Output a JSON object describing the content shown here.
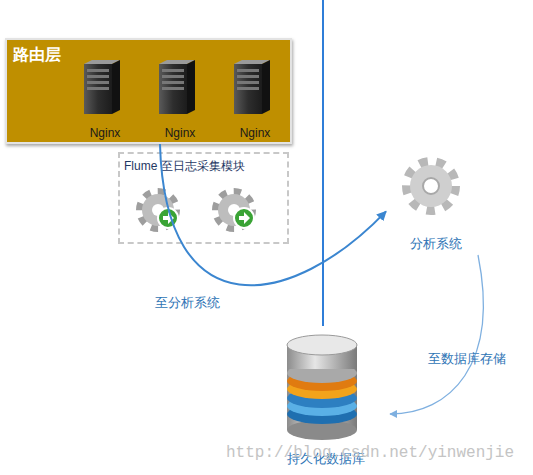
{
  "diagram": {
    "nodes": [
      {
        "text": [
          "路由层"
        ]
      },
      {
        "text": [
          "Nginx"
        ],
        "in": 0
      },
      {
        "text": [
          "Nginx"
        ],
        "in": 0
      },
      {
        "text": [
          "Nginx"
        ],
        "in": 0
      },
      {
        "text": [
          "Flume 至日志采集模块"
        ]
      },
      {
        "text": [
          "分析系统"
        ]
      },
      {
        "text": [
          "持久化数据库"
        ]
      }
    ],
    "edges": [
      {
        "from": 0,
        "to": 5,
        "arrow": "to",
        "label": "至分析系统"
      },
      {
        "from": 5,
        "to": 6,
        "arrow": "to",
        "label": "至数据库存储"
      }
    ],
    "labels": [
      "http://blog.csdn.net/yinwenjie"
    ]
  }
}
